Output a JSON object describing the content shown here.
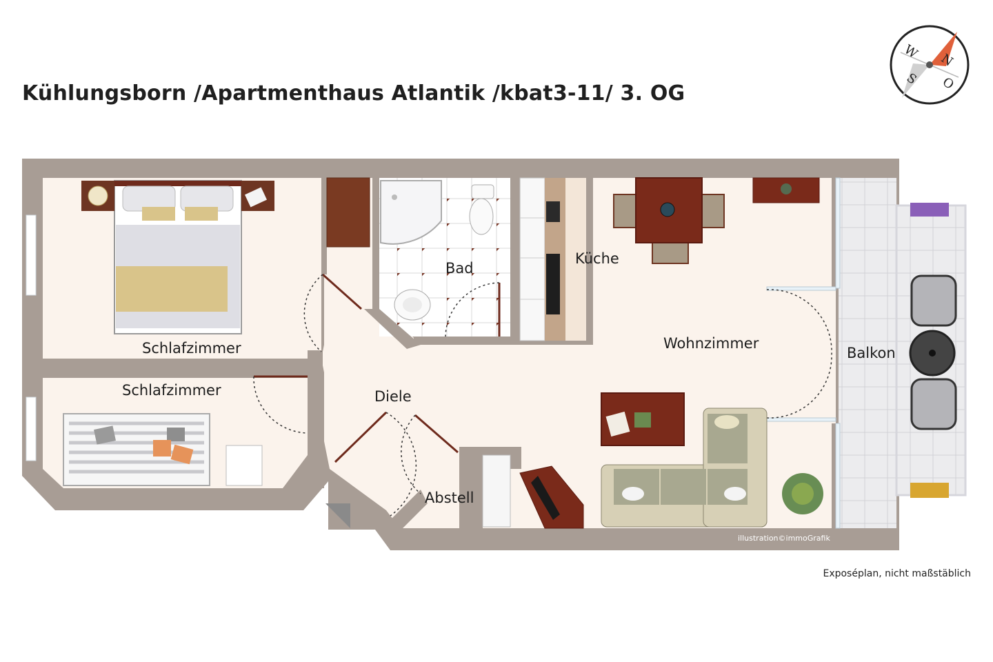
{
  "title": "Kühlungsborn /Apartmenthaus Atlantik /kbat3-11/ 3. OG",
  "footnote": "Exposéplan, nicht maßstäblich",
  "credit": "illustration©immoGrafik",
  "rooms": {
    "schlafzimmer_1": "Schlafzimmer",
    "schlafzimmer_2": "Schlafzimmer",
    "bad": "Bad",
    "kueche": "Küche",
    "wohnzimmer": "Wohnzimmer",
    "balkon": "Balkon",
    "diele": "Diele",
    "abstell": "Abstell"
  },
  "compass": {
    "n": "N",
    "o": "O",
    "s": "S",
    "w": "W"
  },
  "colors": {
    "wall": "#a89d95",
    "floor": "#fbf3ec",
    "tile": "#e9e9ea",
    "wood_dark": "#6e2a1c",
    "accent": "#e0603a"
  }
}
